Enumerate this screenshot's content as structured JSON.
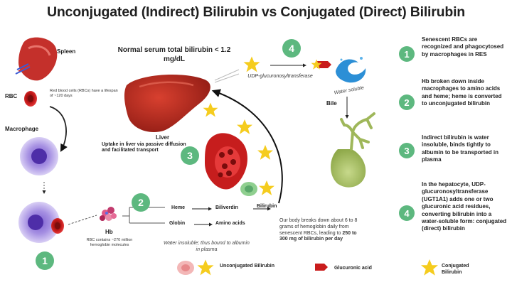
{
  "title": "Unconjugated (Indirect) Bilirubin vs Conjugated (Direct) Bilirubin",
  "left": {
    "spleen": "Spleen",
    "rbc": "RBC",
    "rbc_lifespan": "Red blood cells (RBCs) have a lifespan of ~120 days",
    "macrophage": "Macrophage",
    "hb": "Hb",
    "hb_note": "RBC contains ~270 million hemoglobin molecules",
    "badge": "1"
  },
  "center": {
    "normal_serum": "Normal serum total bilirubin < 1.2 mg/dL",
    "liver": "Liver",
    "uptake": "Uptake in liver via passive diffusion and facilitated transport",
    "badge2": "2",
    "badge3": "3",
    "badge4": "4",
    "heme": "Heme",
    "globin": "Globin",
    "biliverdin": "Biliverdin",
    "bilirubin": "Bilirubin",
    "amino_acids": "Amino acids",
    "water_insoluble": "Water insoluble; thus bound to albumin in plasma",
    "daily_note_plain": "Our body breaks down about 6 to 8 grams of hemoglobin daily from senescent RBCs, leading to",
    "daily_note_bold": "250 to 300 mg of bilirubin per day",
    "enzyme": "UDP-glucuronosyltransferase",
    "water_soluble": "Water soluble",
    "bile": "Bile"
  },
  "legend": {
    "unconjugated": "Unconjugated Bilirubin",
    "glucuronic": "Glucuronic acid",
    "conjugated": "Conjugated Bilirubin"
  },
  "steps": [
    {
      "num": "1",
      "text": "Senescent RBCs are recognized and phagocytosed by macrophages in RES"
    },
    {
      "num": "2",
      "text": "Hb broken down inside macrophages to amino acids and heme; heme is converted to unconjugated bilirubin"
    },
    {
      "num": "3",
      "text": "Indirect bilirubin is water insoluble, binds tightly to albumin to be transported in plasma"
    },
    {
      "num": "4",
      "text": "In the hepatocyte, UDP-glucuronosyltransferase (UGT1A1) adds one or two glucuronic acid residues, converting bilirubin into a water-soluble form: conjugated (direct) bilirubin"
    }
  ],
  "colors": {
    "badge_green": "#5db87f",
    "star_yellow": "#f5cc1e",
    "liver_red": "#b3261e",
    "cell_purple": "#b8a3e6"
  }
}
